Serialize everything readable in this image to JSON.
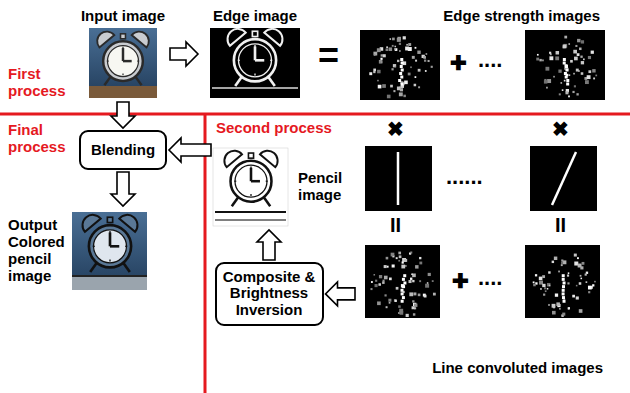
{
  "diagram": {
    "nodes": [
      {
        "text": [
          "Input image"
        ]
      },
      {
        "text": [
          "Edge image"
        ]
      },
      {
        "text": [
          "Edge strength images"
        ]
      },
      {
        "text": [
          "Blending"
        ]
      },
      {
        "text": [
          "Output Colored pencil image"
        ]
      },
      {
        "text": [
          "Pencil image"
        ]
      },
      {
        "text": [
          "Composite & Brightness Inversion"
        ]
      },
      {
        "text": [
          "Line convoluted images"
        ]
      }
    ],
    "edges": [
      {
        "from": 0,
        "to": 1,
        "arrow": "to"
      },
      {
        "from": 0,
        "to": 3,
        "arrow": "to"
      },
      {
        "from": 5,
        "to": 3,
        "arrow": "to"
      },
      {
        "from": 3,
        "to": 4,
        "arrow": "to"
      },
      {
        "from": 6,
        "to": 5,
        "arrow": "to"
      },
      {
        "from": 7,
        "to": 6,
        "arrow": "to"
      }
    ],
    "labels": [
      "First process",
      "=",
      "✚",
      "....",
      "Final process",
      "Second process",
      "✖",
      "......",
      "✖",
      "II",
      "II",
      "✚",
      "...."
    ]
  }
}
